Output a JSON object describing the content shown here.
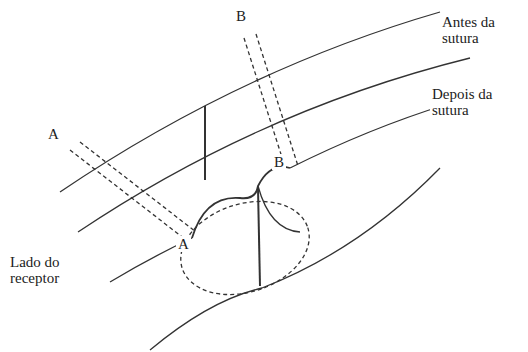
{
  "diagram": {
    "labels": [
      "Antes da sutura",
      "Depois da sutura",
      "Lado do receptor",
      "A",
      "B",
      "A",
      "B"
    ]
  }
}
